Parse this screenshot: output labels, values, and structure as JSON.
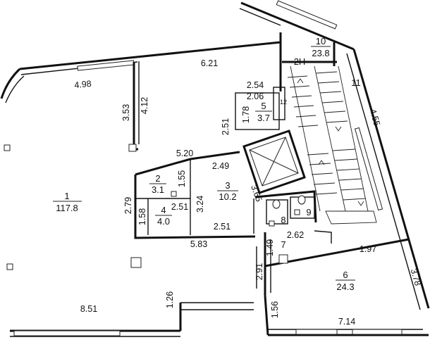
{
  "rooms": [
    {
      "number": "1",
      "area": "117.8"
    },
    {
      "number": "2",
      "area": "3.1"
    },
    {
      "number": "3",
      "area": "10.2"
    },
    {
      "number": "4",
      "area": "4.0"
    },
    {
      "number": "5",
      "area": "3.7"
    },
    {
      "number": "6",
      "area": "24.3"
    },
    {
      "number": "7",
      "area": ""
    },
    {
      "number": "8",
      "area": ""
    },
    {
      "number": "9",
      "area": ""
    },
    {
      "number": "10",
      "area": "23.8"
    },
    {
      "number": "11",
      "area": ""
    },
    {
      "number": "12",
      "area": ""
    }
  ],
  "floor_label": "2Н",
  "dimensions": {
    "d_6_21": "6.21",
    "d_4_98": "4.98",
    "d_3_53": "3.53",
    "d_4_12": "4.12",
    "d_2_54": "2.54",
    "d_2_06": "2.06",
    "d_1_78": "1.78",
    "d_2_51_a": "2.51",
    "d_5_20": "5.20",
    "d_2_49": "2.49",
    "d_1_55": "1.55",
    "d_3_24": "3.24",
    "d_3_65": "3.65",
    "d_2_79": "2.79",
    "d_2_51_b": "2.51",
    "d_1_58": "1.58",
    "d_2_51_c": "2.51",
    "d_5_83": "5.83",
    "d_2_62": "2.62",
    "d_1_49": "1.49",
    "d_1_97": "1.97",
    "d_2_91": "2.91",
    "d_3_78": "3.78",
    "d_1_26": "1.26",
    "d_8_51": "8.51",
    "d_1_56": "1.56",
    "d_7_14": "7.14",
    "d_4_55": "4.55"
  }
}
